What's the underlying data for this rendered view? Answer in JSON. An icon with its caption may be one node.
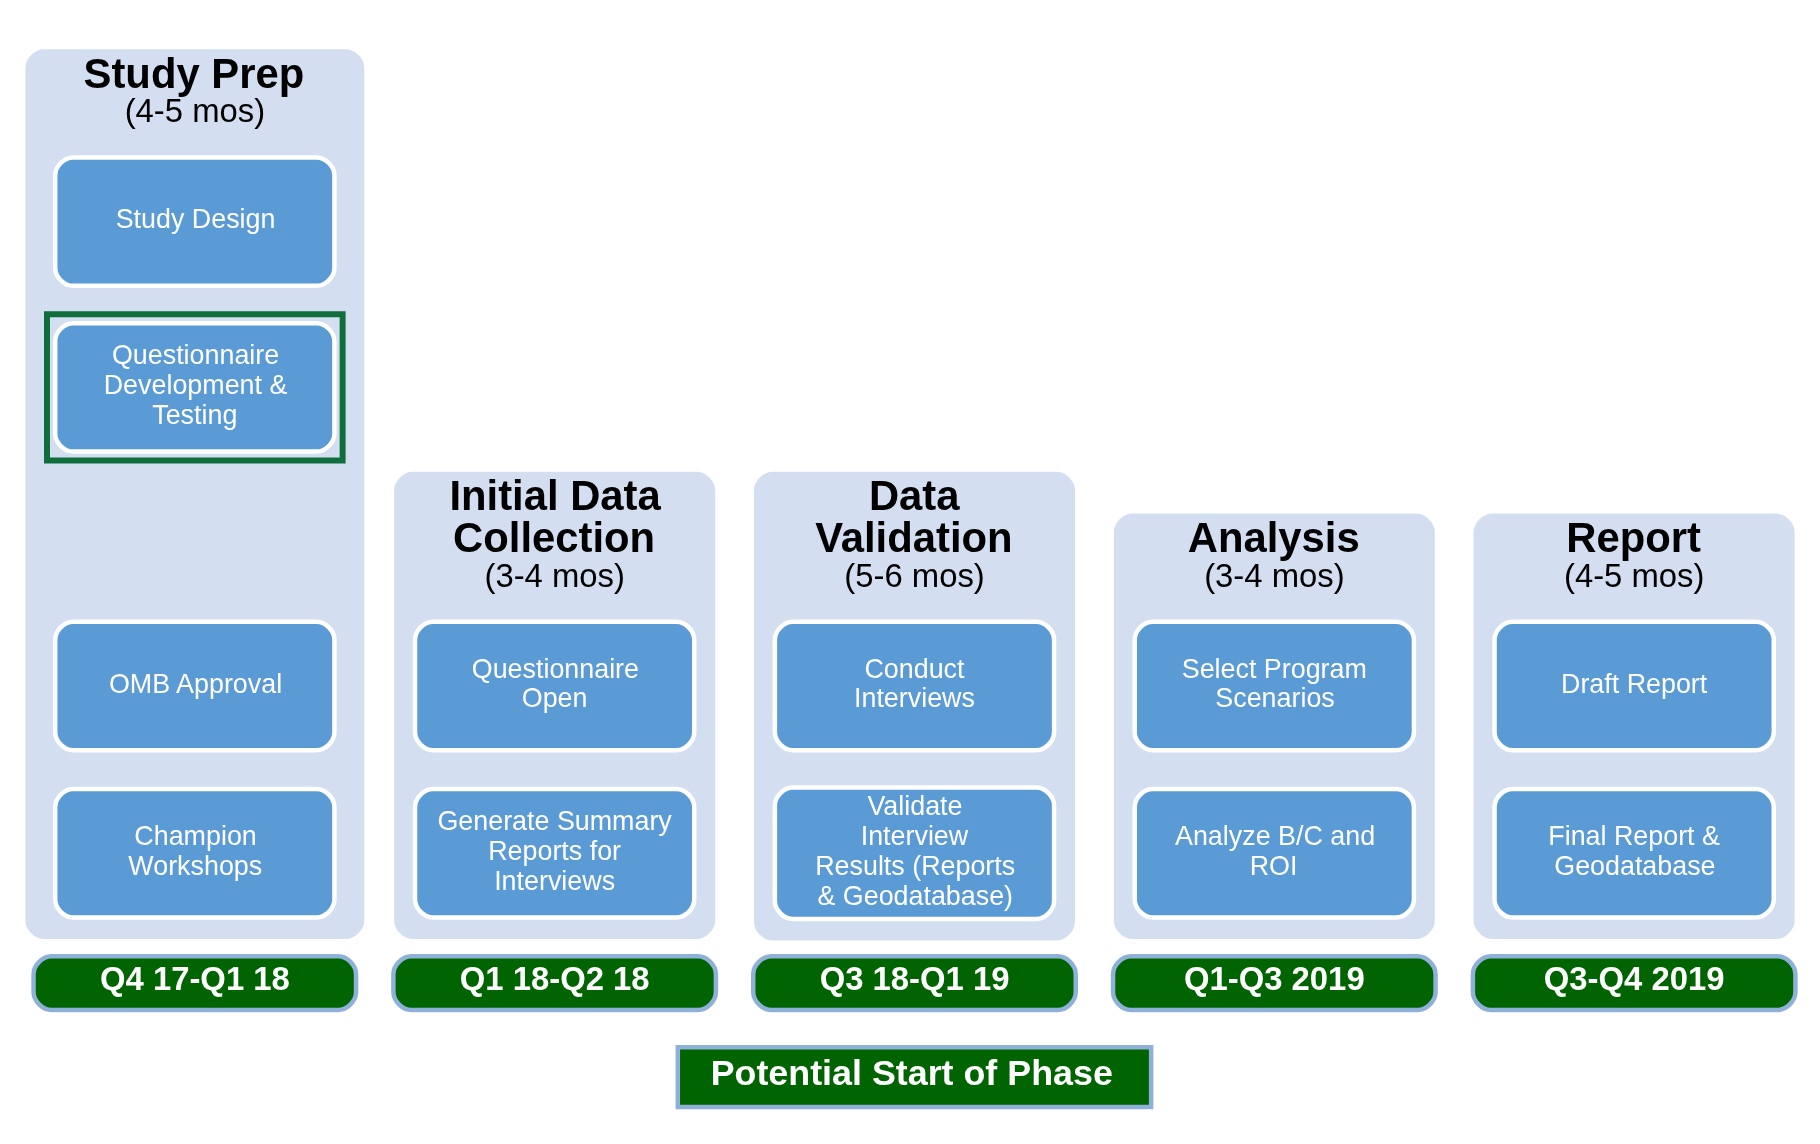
{
  "diagram": {
    "nodes": [
      {
        "text": [
          "Study Prep",
          "(4-5 mos)"
        ]
      },
      {
        "text": [
          "Study Design"
        ],
        "in": 0
      },
      {
        "text": [],
        "shape": "box",
        "in": 0
      },
      {
        "text": [
          "Questionnaire Development & Testing"
        ],
        "in": 2
      },
      {
        "text": [
          "OMB Approval"
        ],
        "in": 0
      },
      {
        "text": [
          "Champion Workshops"
        ],
        "in": 0
      },
      {
        "text": [
          "Initial Data Collection",
          "(3-4 mos)"
        ]
      },
      {
        "text": [
          "Questionnaire Open"
        ],
        "in": 6
      },
      {
        "text": [
          "Generate Summary Reports for Interviews"
        ],
        "in": 6
      },
      {
        "text": [
          "Data Validation",
          "(5-6 mos)"
        ]
      },
      {
        "text": [
          "Conduct Interviews"
        ],
        "in": 9
      },
      {
        "text": [
          "Validate Interview Results (Reports & Geodatabase)"
        ],
        "in": 9
      },
      {
        "text": [
          "Analysis",
          "(3-4 mos)"
        ]
      },
      {
        "text": [
          "Select Program Scenarios"
        ],
        "in": 12
      },
      {
        "text": [
          "Analyze B/C and ROI"
        ],
        "in": 12
      },
      {
        "text": [
          "Report",
          "(4-5 mos)"
        ]
      },
      {
        "text": [
          "Draft Report"
        ],
        "in": 15
      },
      {
        "text": [
          "Final Report & Geodatabase"
        ],
        "in": 15
      },
      {
        "text": [
          "Q4 17-Q1 18"
        ]
      },
      {
        "text": [
          "Q1 18-Q2 18"
        ]
      },
      {
        "text": [
          "Q3 18-Q1 19"
        ]
      },
      {
        "text": [
          "Q1-Q3 2019"
        ]
      },
      {
        "text": [
          "Q3-Q4 2019"
        ]
      },
      {
        "text": [
          "Potential Start of Phase"
        ]
      }
    ],
    "edges": []
  }
}
